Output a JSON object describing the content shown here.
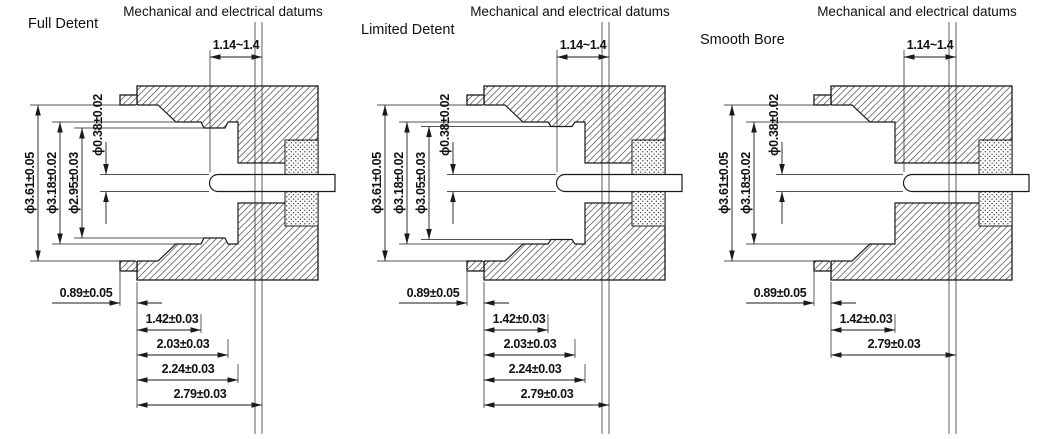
{
  "colors": {
    "ink": "#1a1a1a",
    "background": "#ffffff"
  },
  "panels": [
    {
      "label": "Full Detent",
      "datum_label": "Mechanical and electrical datums",
      "dims": {
        "pin_to_datum": "1.14~1.4",
        "dia_outer": "ϕ3.61±0.05",
        "dia_bore": "ϕ3.18±0.02",
        "dia_detent": "ϕ2.95±0.03",
        "dia_pin": "ϕ0.38±0.02",
        "rim_depth": "0.89±0.05",
        "len_1": "1.42±0.03",
        "len_2": "2.03±0.03",
        "len_3": "2.24±0.03",
        "len_total": "2.79±0.03"
      }
    },
    {
      "label": "Limited Detent",
      "datum_label": "Mechanical and electrical datums",
      "dims": {
        "pin_to_datum": "1.14~1.4",
        "dia_outer": "ϕ3.61±0.05",
        "dia_bore": "ϕ3.18±0.02",
        "dia_detent": "ϕ3.05±0.03",
        "dia_pin": "ϕ0.38±0.02",
        "rim_depth": "0.89±0.05",
        "len_1": "1.42±0.03",
        "len_2": "2.03±0.03",
        "len_3": "2.24±0.03",
        "len_total": "2.79±0.03"
      }
    },
    {
      "label": "Smooth Bore",
      "datum_label": "Mechanical and electrical datums",
      "dims": {
        "pin_to_datum": "1.14~1.4",
        "dia_outer": "ϕ3.61±0.05",
        "dia_bore": "ϕ3.18±0.02",
        "dia_pin": "ϕ0.38±0.02",
        "rim_depth": "0.89±0.05",
        "len_1": "1.42±0.03",
        "len_total": "2.79±0.03"
      }
    }
  ]
}
